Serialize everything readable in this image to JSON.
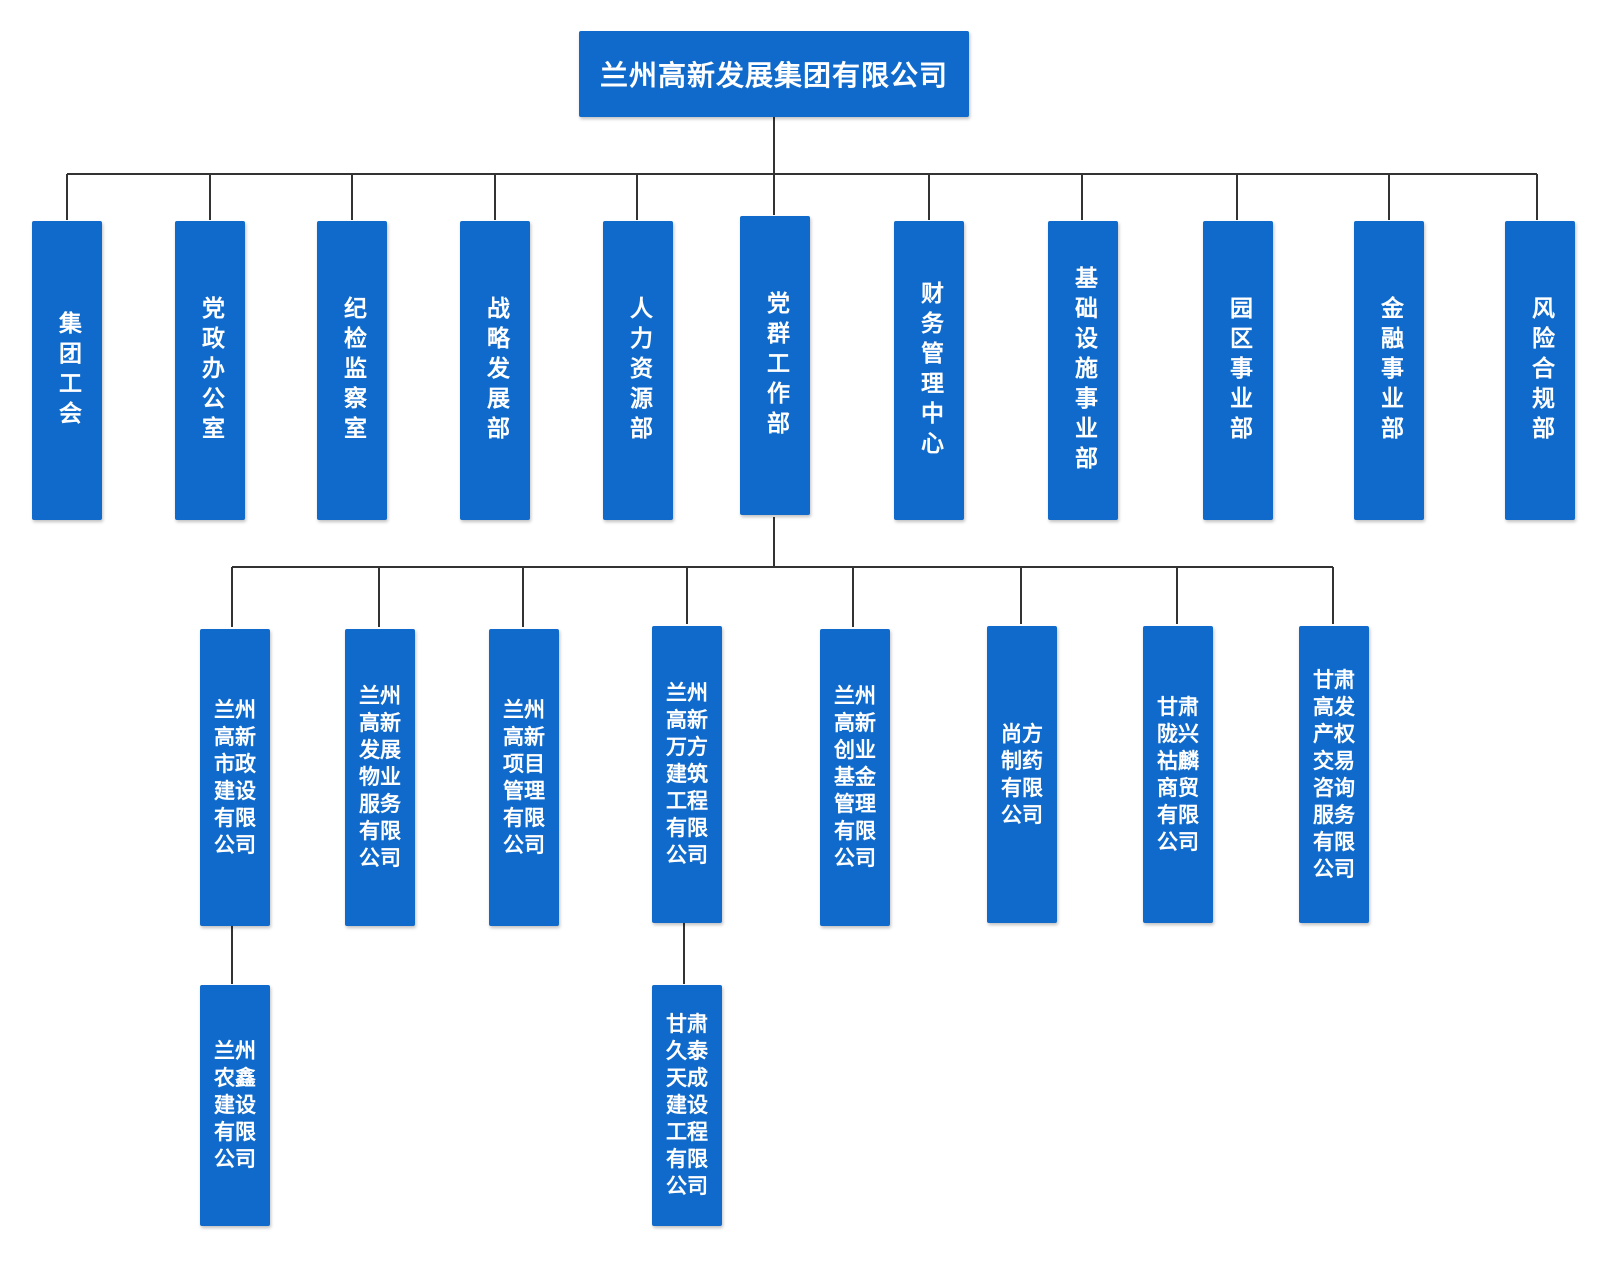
{
  "colors": {
    "node_fill": "#0f6acb",
    "node_text": "#ffffff",
    "connector": "#333333"
  },
  "root": {
    "label": "兰州高新发展集团有限公司"
  },
  "departments": [
    {
      "label": "集团工会"
    },
    {
      "label": "党政办公室"
    },
    {
      "label": "纪检监察室"
    },
    {
      "label": "战略发展部"
    },
    {
      "label": "人力资源部"
    },
    {
      "label": "党群工作部"
    },
    {
      "label": "财务管理中心"
    },
    {
      "label": "基础设施事业部"
    },
    {
      "label": "园区事业部"
    },
    {
      "label": "金融事业部"
    },
    {
      "label": "风险合规部"
    }
  ],
  "companies": [
    {
      "label": "兰州高新市政建设有限公司",
      "subsidiary": {
        "label": "兰州农鑫建设有限公司"
      }
    },
    {
      "label": "兰州高新发展物业服务有限公司"
    },
    {
      "label": "兰州高新项目管理有限公司"
    },
    {
      "label": "兰州高新万方建筑工程有限公司",
      "subsidiary": {
        "label": "甘肃久泰天成建设工程有限公司"
      }
    },
    {
      "label": "兰州高新创业基金管理有限公司"
    },
    {
      "label": "尚方制药有限公司"
    },
    {
      "label": "甘肃陇兴祜麟商贸有限公司"
    },
    {
      "label": "甘肃高发产权交易咨询服务有限公司"
    }
  ]
}
